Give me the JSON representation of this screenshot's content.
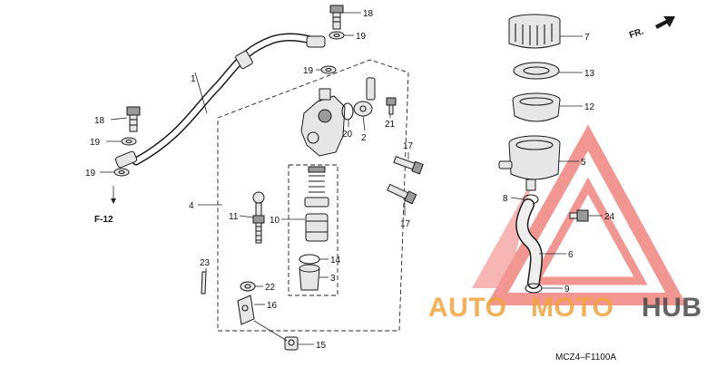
{
  "callouts": {
    "p1": "1",
    "p2": "2",
    "p3": "3",
    "p4": "4",
    "p5": "5",
    "p6": "6",
    "p7": "7",
    "p8": "8",
    "p9": "9",
    "p10": "10",
    "p11": "11",
    "p12": "12",
    "p13": "13",
    "p14": "14",
    "p15": "15",
    "p16": "16",
    "p17a": "17",
    "p17b": "17",
    "p18a": "18",
    "p18b": "18",
    "p19a": "19",
    "p19b": "19",
    "p19c": "19",
    "p19d": "19",
    "p20": "20",
    "p21": "21",
    "p22": "22",
    "p23": "23",
    "p24": "24"
  },
  "references": {
    "f12": "F-12",
    "front": "FR."
  },
  "diagram_code": "MCZ4–F1100A",
  "watermark": {
    "part1": "AUTO",
    "part2": "MOTO",
    "part3": "HUB"
  },
  "colors": {
    "watermark_red": "#e8413a",
    "watermark_orange": "#f2a33a",
    "watermark_dark": "#4a4a4a"
  }
}
